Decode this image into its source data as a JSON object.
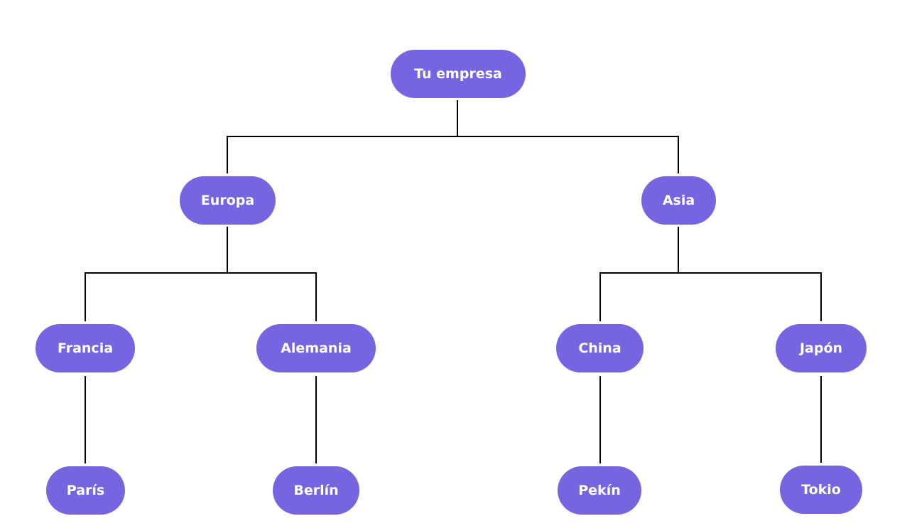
{
  "colors": {
    "node_fill": "#7565e0",
    "node_text": "#ffffff",
    "connector": "#000000"
  },
  "org_chart": {
    "root": {
      "label": "Tu empresa"
    },
    "regions": [
      {
        "label": "Europa",
        "countries": [
          {
            "label": "Francia",
            "city": "París"
          },
          {
            "label": "Alemania",
            "city": "Berlín"
          }
        ]
      },
      {
        "label": "Asia",
        "countries": [
          {
            "label": "China",
            "city": "Pekín"
          },
          {
            "label": "Japón",
            "city": "Tokio"
          }
        ]
      }
    ]
  }
}
